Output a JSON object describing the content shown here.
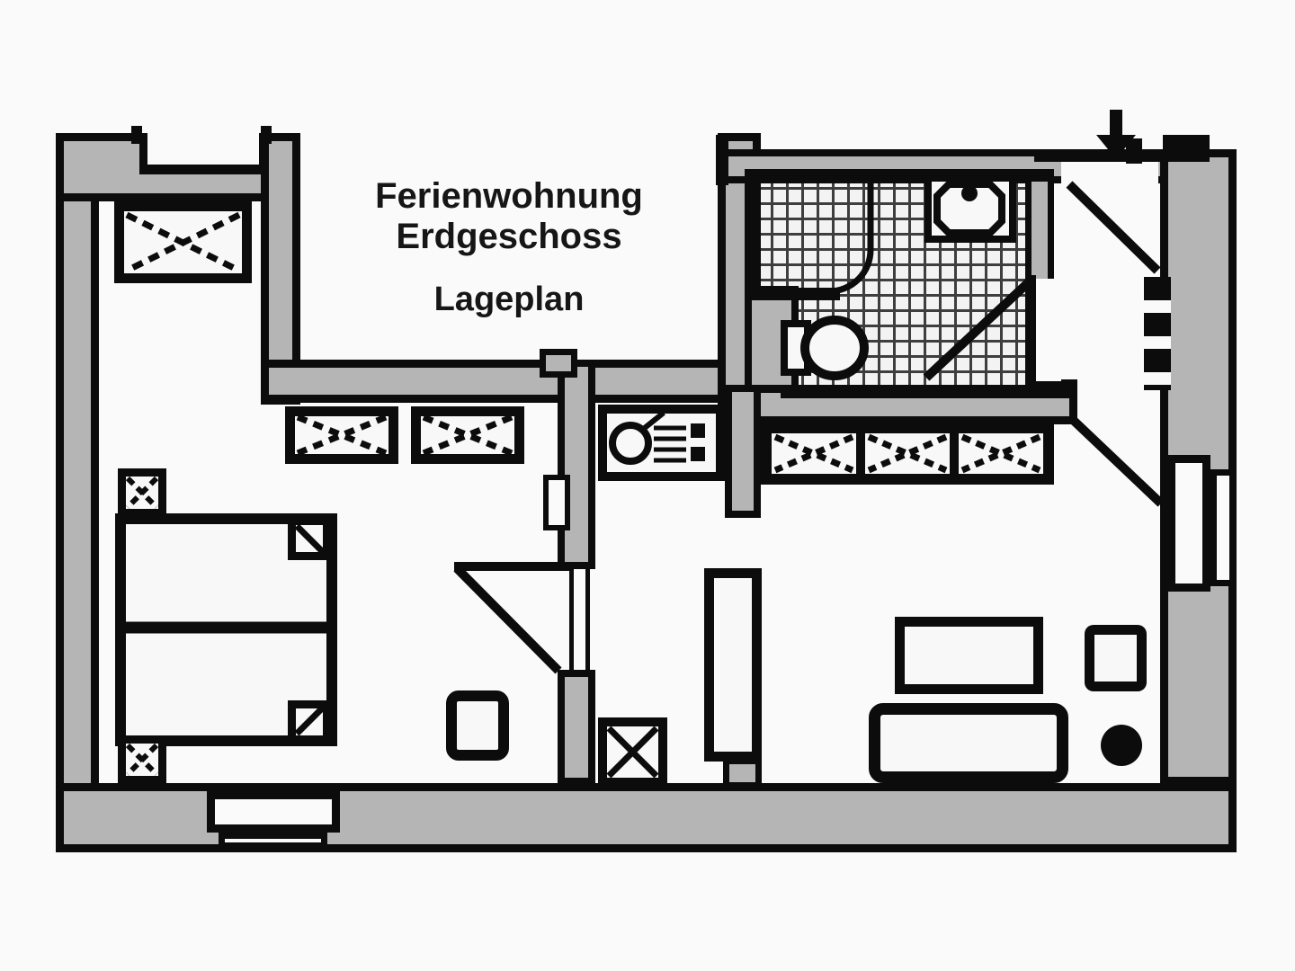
{
  "title": {
    "line1": "Ferienwohnung",
    "line2": "Erdgeschoss",
    "line3": "Lageplan"
  },
  "colors": {
    "background": "#fafafa",
    "wall_fill": "#b5b5b5",
    "line": "#0c0c0c",
    "tile_floor": "#f3f3f3",
    "tile_line": "#3e3e3e",
    "room_fill": "#f8f8f8"
  },
  "icons": {
    "entrance_arrow": "down-arrow"
  }
}
